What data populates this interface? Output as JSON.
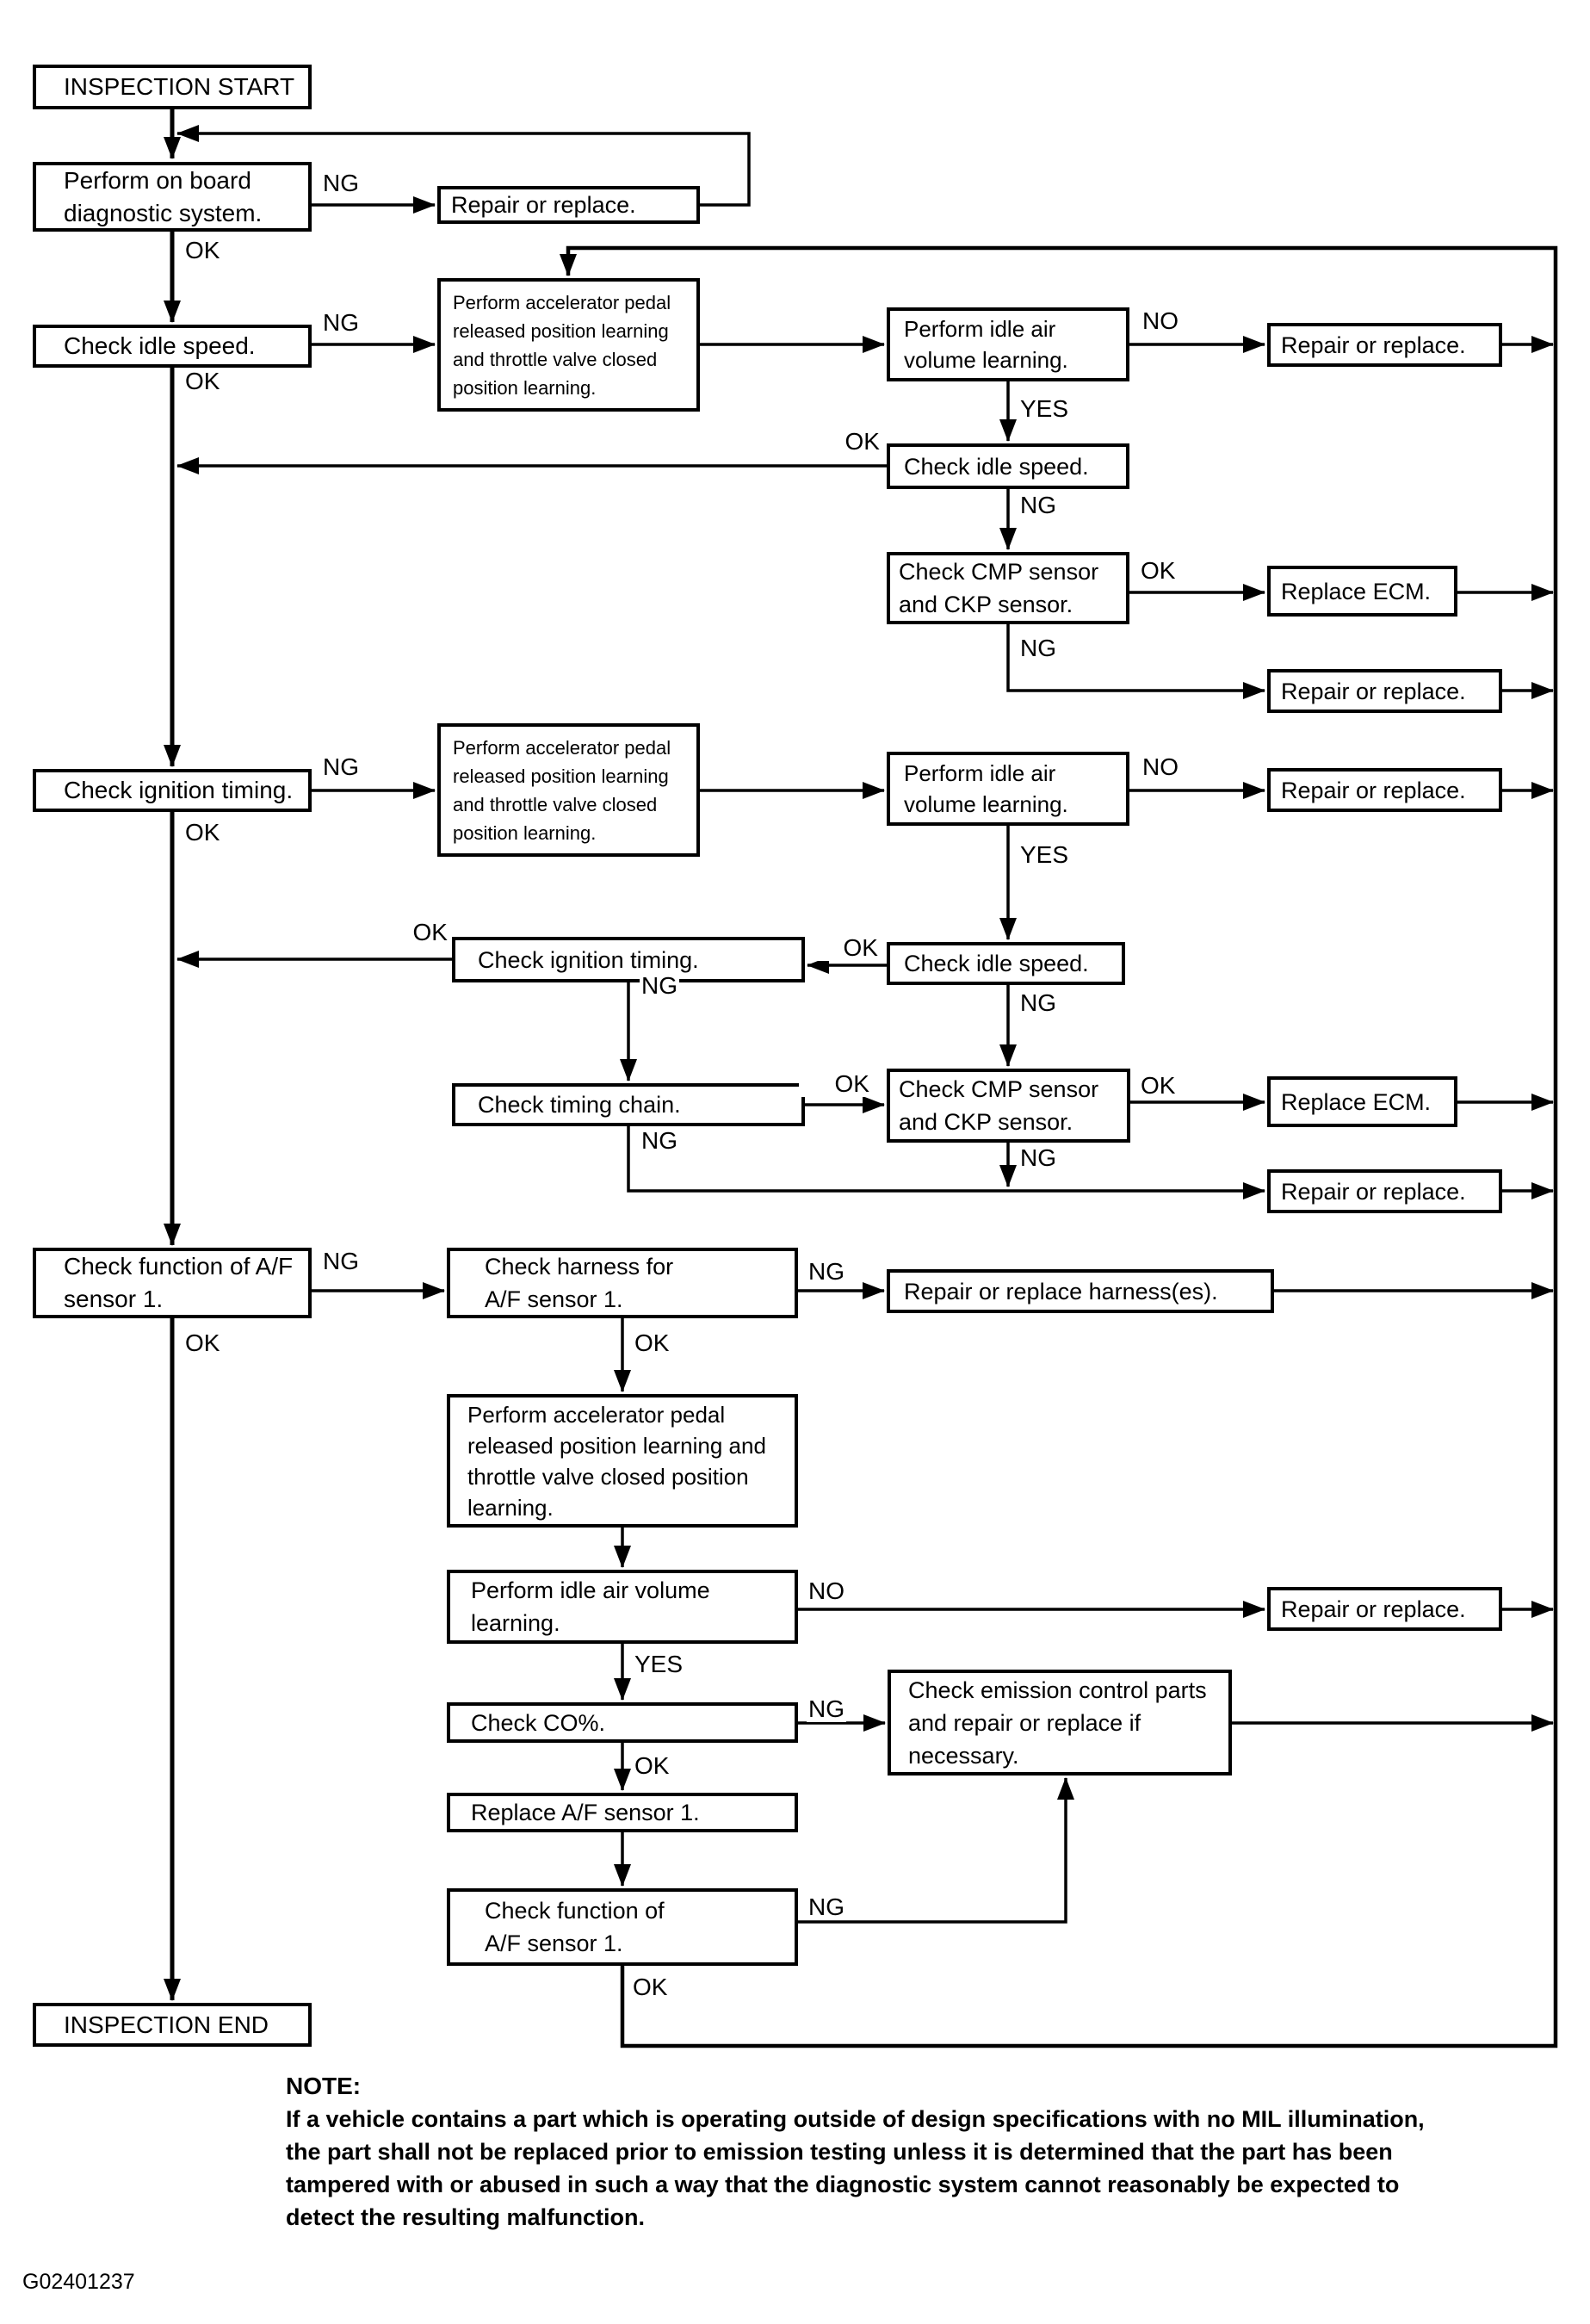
{
  "nodes": {
    "start": "INSPECTION START",
    "obd": "Perform on board diagnostic system.",
    "r1": "Repair or replace.",
    "cis1": "Check idle speed.",
    "a1": "Perform accelerator pedal released position learning and throttle valve closed position learning.",
    "i1": "Perform idle air volume learning.",
    "r2": "Repair or replace.",
    "cis2": "Check idle speed.",
    "cmp1": "Check CMP sensor and CKP sensor.",
    "ecm1": "Replace ECM.",
    "r3": "Repair or replace.",
    "cit1": "Check ignition timing.",
    "a2": "Perform accelerator pedal released position learning and throttle valve closed position learning.",
    "i2": "Perform idle air volume learning.",
    "r4": "Repair or replace.",
    "cit2": "Check ignition timing.",
    "cis3": "Check idle speed.",
    "ctc": "Check timing chain.",
    "cmp2": "Check CMP sensor and CKP sensor.",
    "ecm2": "Replace ECM.",
    "r5": "Repair or replace.",
    "cf1": "Check function of A/F sensor 1.",
    "ch": "Check harness for A/F sensor 1.",
    "rh": "Repair or replace harness(es).",
    "a3": "Perform accelerator pedal released position learning and throttle valve closed position learning.",
    "i3": "Perform idle air volume learning.",
    "r6": "Repair or replace.",
    "co": "Check CO%.",
    "em": "Check emission control parts and repair or replace if necessary.",
    "ra": "Replace A/F sensor 1.",
    "cf2": "Check function of A/F sensor 1.",
    "end": "INSPECTION END"
  },
  "labels": {
    "ng_obd": "NG",
    "ok_obd": "OK",
    "ng_cis1": "NG",
    "ok_cis1": "OK",
    "no_i1": "NO",
    "yes_i1": "YES",
    "ok_cis2": "OK",
    "ng_cis2": "NG",
    "ok_cmp1": "OK",
    "ng_cmp1": "NG",
    "ng_cit1": "NG",
    "ok_cit1": "OK",
    "no_i2": "NO",
    "yes_i2": "YES",
    "ok_cit2": "OK",
    "ok_cis3": "OK",
    "ng_cis3": "NG",
    "ng_cit2": "NG",
    "ok_ctc": "OK",
    "ng_ctc": "NG",
    "ok_cmp2": "OK",
    "ng_cmp2": "NG",
    "ng_cf1": "NG",
    "ok_cf1": "OK",
    "ng_ch": "NG",
    "ok_ch": "OK",
    "no_i3": "NO",
    "yes_i3": "YES",
    "ng_co": "NG",
    "ok_co": "OK",
    "ng_cf2": "NG",
    "ok_cf2": "OK"
  },
  "note": {
    "heading": "NOTE:",
    "lines": [
      "If a vehicle contains a part which is operating outside of design specifications with no MIL illumination,",
      "the part shall not be replaced prior to emission testing unless it is determined that the part has been",
      "tampered with or abused in such a way that the diagnostic system cannot reasonably be expected to",
      "detect the resulting malfunction."
    ]
  },
  "figure_code": "G02401237",
  "colors": {
    "line": "#000000",
    "background": "#ffffff"
  }
}
